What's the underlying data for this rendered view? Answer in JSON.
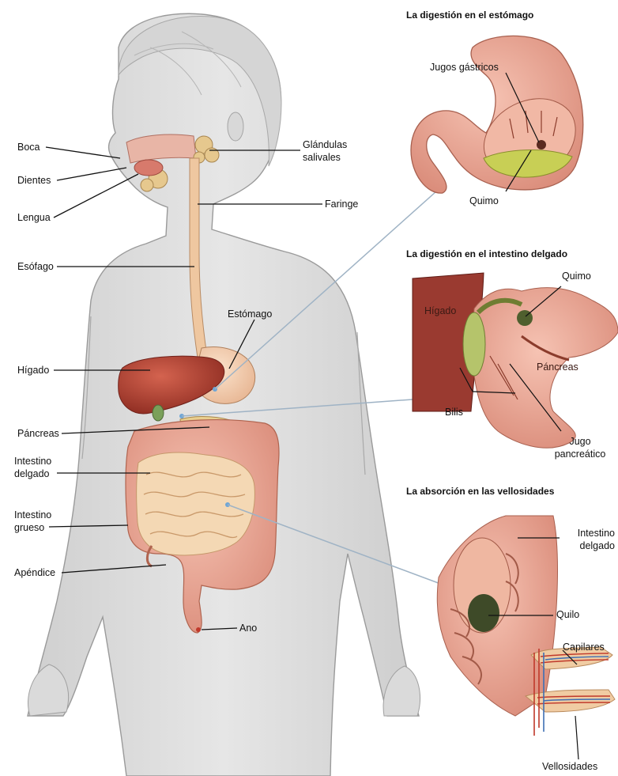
{
  "diagram": {
    "body_labels": {
      "boca": "Boca",
      "dientes": "Dientes",
      "lengua": "Lengua",
      "glandulas": "Glándulas",
      "salivales": "salivales",
      "faringe": "Faringe",
      "esofago": "Esófago",
      "estomago": "Estómago",
      "higado": "Hígado",
      "pancreas": "Páncreas",
      "intestino_delgado_1": "Intestino",
      "intestino_delgado_2": "delgado",
      "intestino_grueso_1": "Intestino",
      "intestino_grueso_2": "grueso",
      "apendice": "Apéndice",
      "ano": "Ano"
    },
    "stomach_panel": {
      "title": "La digestión en el estómago",
      "jugos": "Jugos gástricos",
      "quimo": "Quimo"
    },
    "intestine_panel": {
      "title": "La digestión en el intestino delgado",
      "quimo": "Quimo",
      "higado": "Hígado",
      "pancreas": "Páncreas",
      "bilis": "Bilis",
      "jugo_1": "Jugo",
      "jugo_2": "pancreático"
    },
    "villi_panel": {
      "title": "La absorción en las vellosidades",
      "intestino_1": "Intestino",
      "intestino_2": "delgado",
      "quilo": "Quilo",
      "capilares": "Capilares",
      "vellosidades": "Vellosidades"
    }
  }
}
